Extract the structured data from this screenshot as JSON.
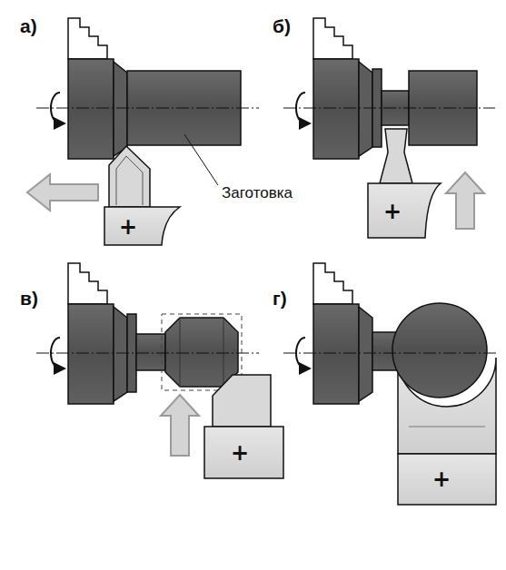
{
  "diagram": {
    "labels": [
      "а)",
      "б)",
      "в)",
      "г)",
      "Заготовка",
      "+",
      "+",
      "+",
      "+"
    ]
  }
}
